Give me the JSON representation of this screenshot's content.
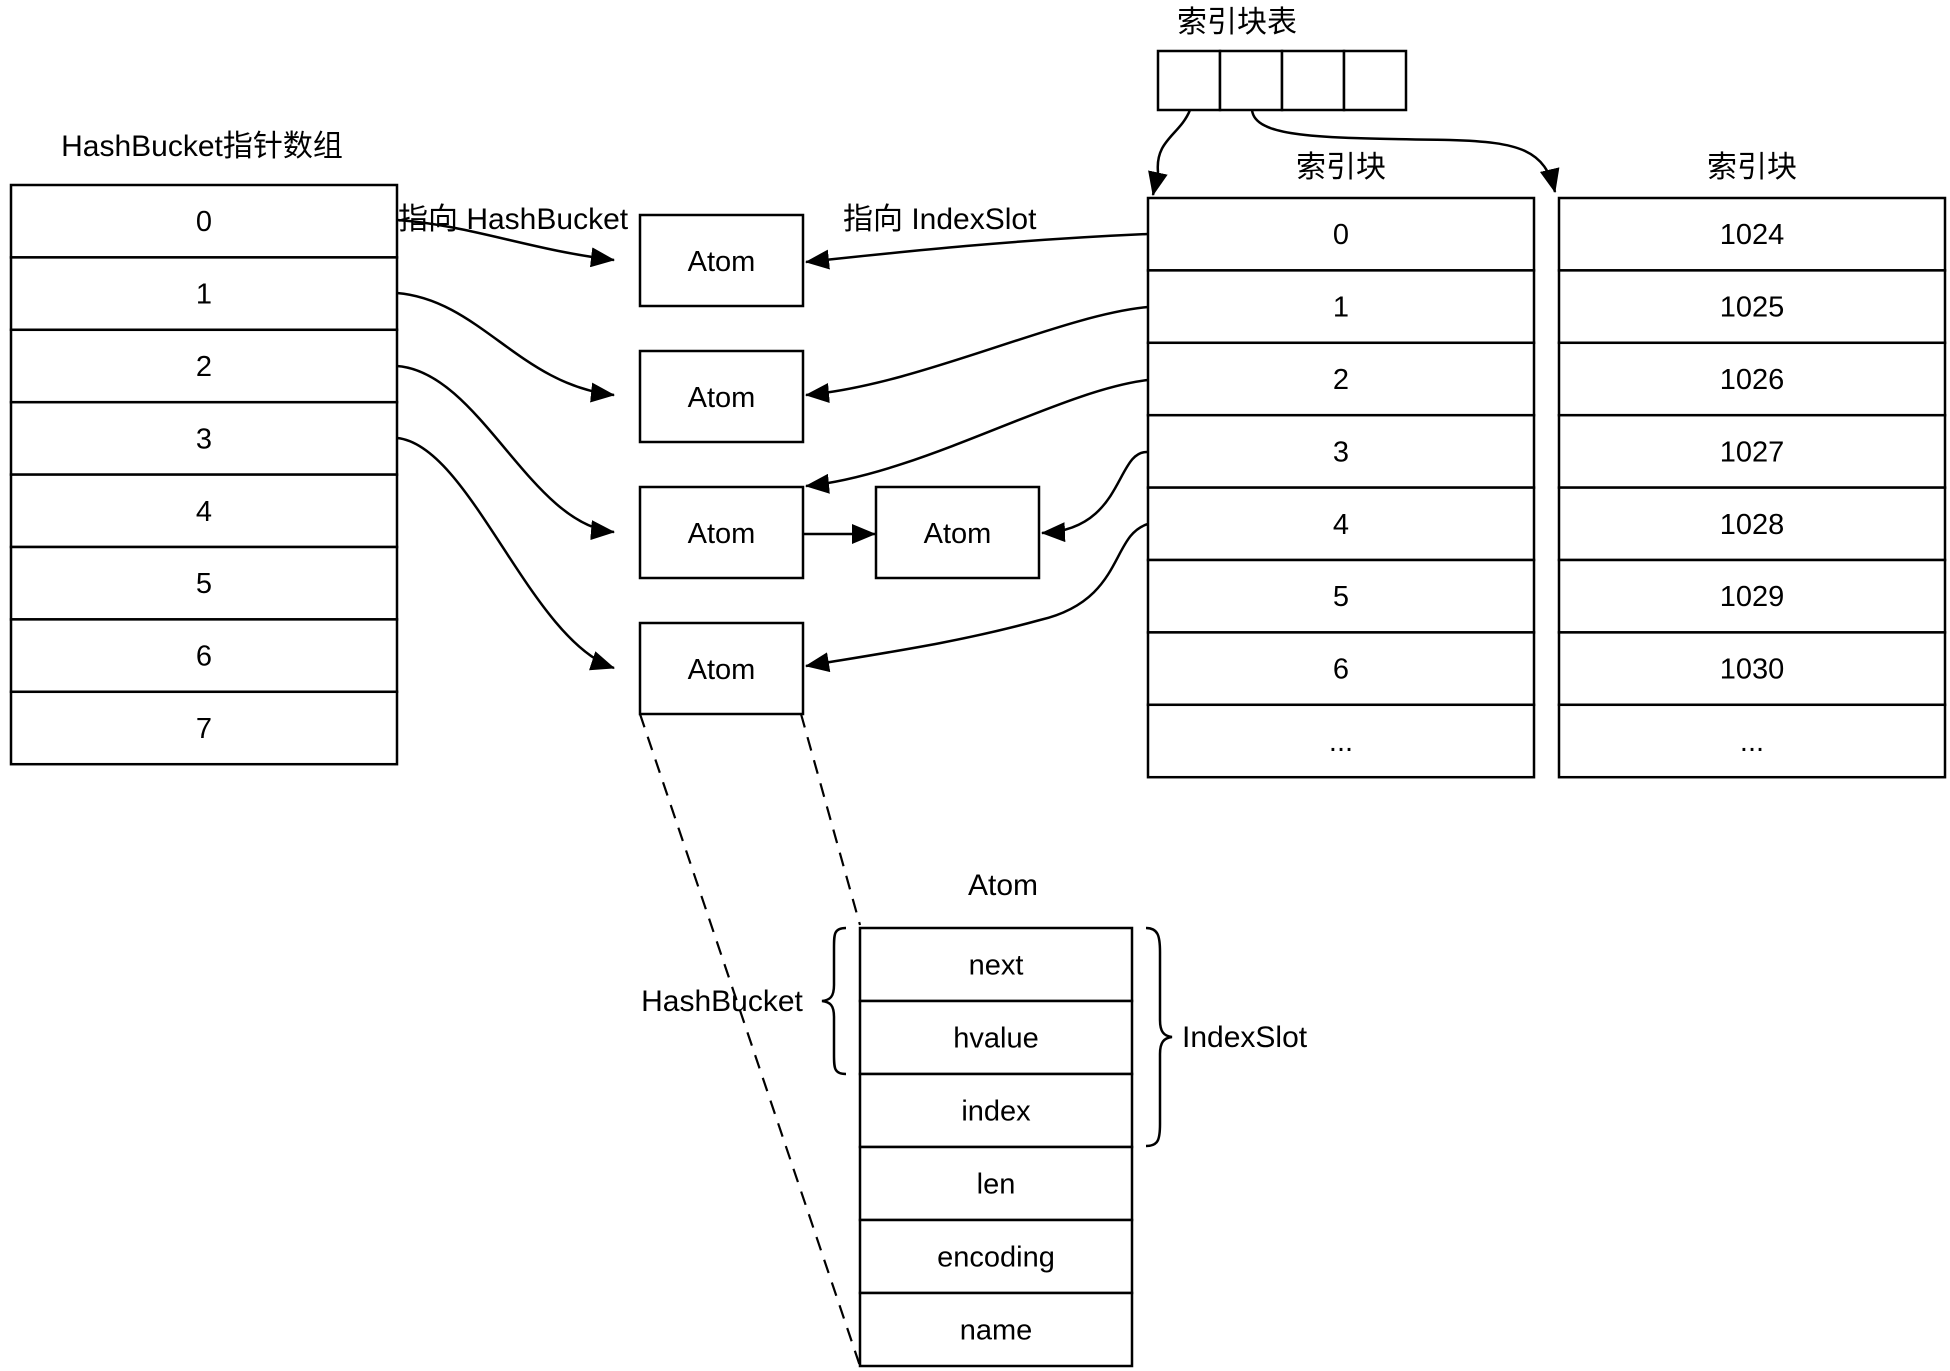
{
  "hash_bucket_array": {
    "title": "HashBucket指针数组",
    "cells": [
      "0",
      "1",
      "2",
      "3",
      "4",
      "5",
      "6",
      "7"
    ]
  },
  "index_block_table": {
    "title": "索引块表",
    "slot_count": 4
  },
  "index_block_1": {
    "title": "索引块",
    "cells": [
      "0",
      "1",
      "2",
      "3",
      "4",
      "5",
      "6",
      "..."
    ]
  },
  "index_block_2": {
    "title": "索引块",
    "cells": [
      "1024",
      "1025",
      "1026",
      "1027",
      "1028",
      "1029",
      "1030",
      "..."
    ]
  },
  "edge_labels": {
    "to_hashbucket": "指向 HashBucket",
    "to_indexslot": "指向 IndexSlot"
  },
  "atoms": [
    "Atom",
    "Atom",
    "Atom",
    "Atom",
    "Atom"
  ],
  "atom_struct": {
    "title": "Atom",
    "fields": [
      "next",
      "hvalue",
      "index",
      "len",
      "encoding",
      "name"
    ],
    "brace_left_label": "HashBucket",
    "brace_right_label": "IndexSlot"
  }
}
